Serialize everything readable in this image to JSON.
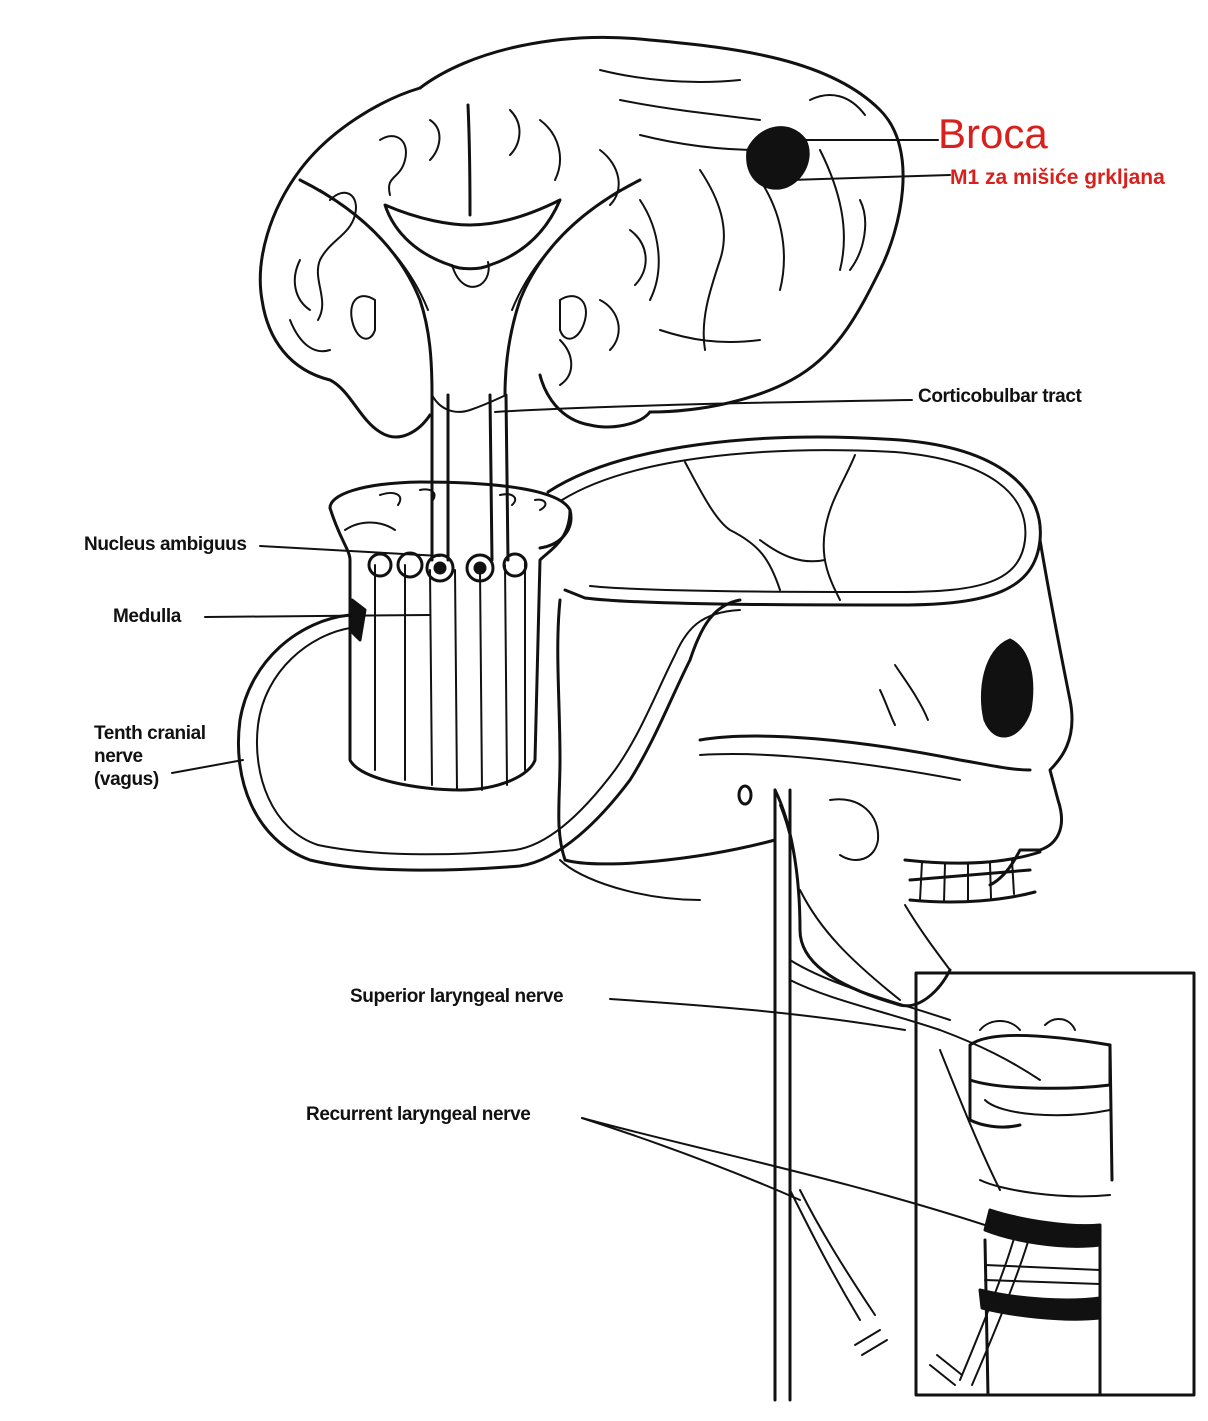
{
  "labels": {
    "broca": "Broca",
    "m1": "M1 za mišiće grkljana",
    "corticobulbar": "Corticobulbar tract",
    "nucleus_ambiguus": "Nucleus ambiguus",
    "medulla": "Medulla",
    "tenth_nerve": [
      "Tenth cranial",
      "nerve",
      "(vagus)"
    ],
    "superior_laryngeal": "Superior laryngeal nerve",
    "recurrent_laryngeal": "Recurrent laryngeal nerve"
  },
  "colors": {
    "ink": "#111111",
    "annotation": "#d8201c",
    "background": "#ffffff"
  }
}
